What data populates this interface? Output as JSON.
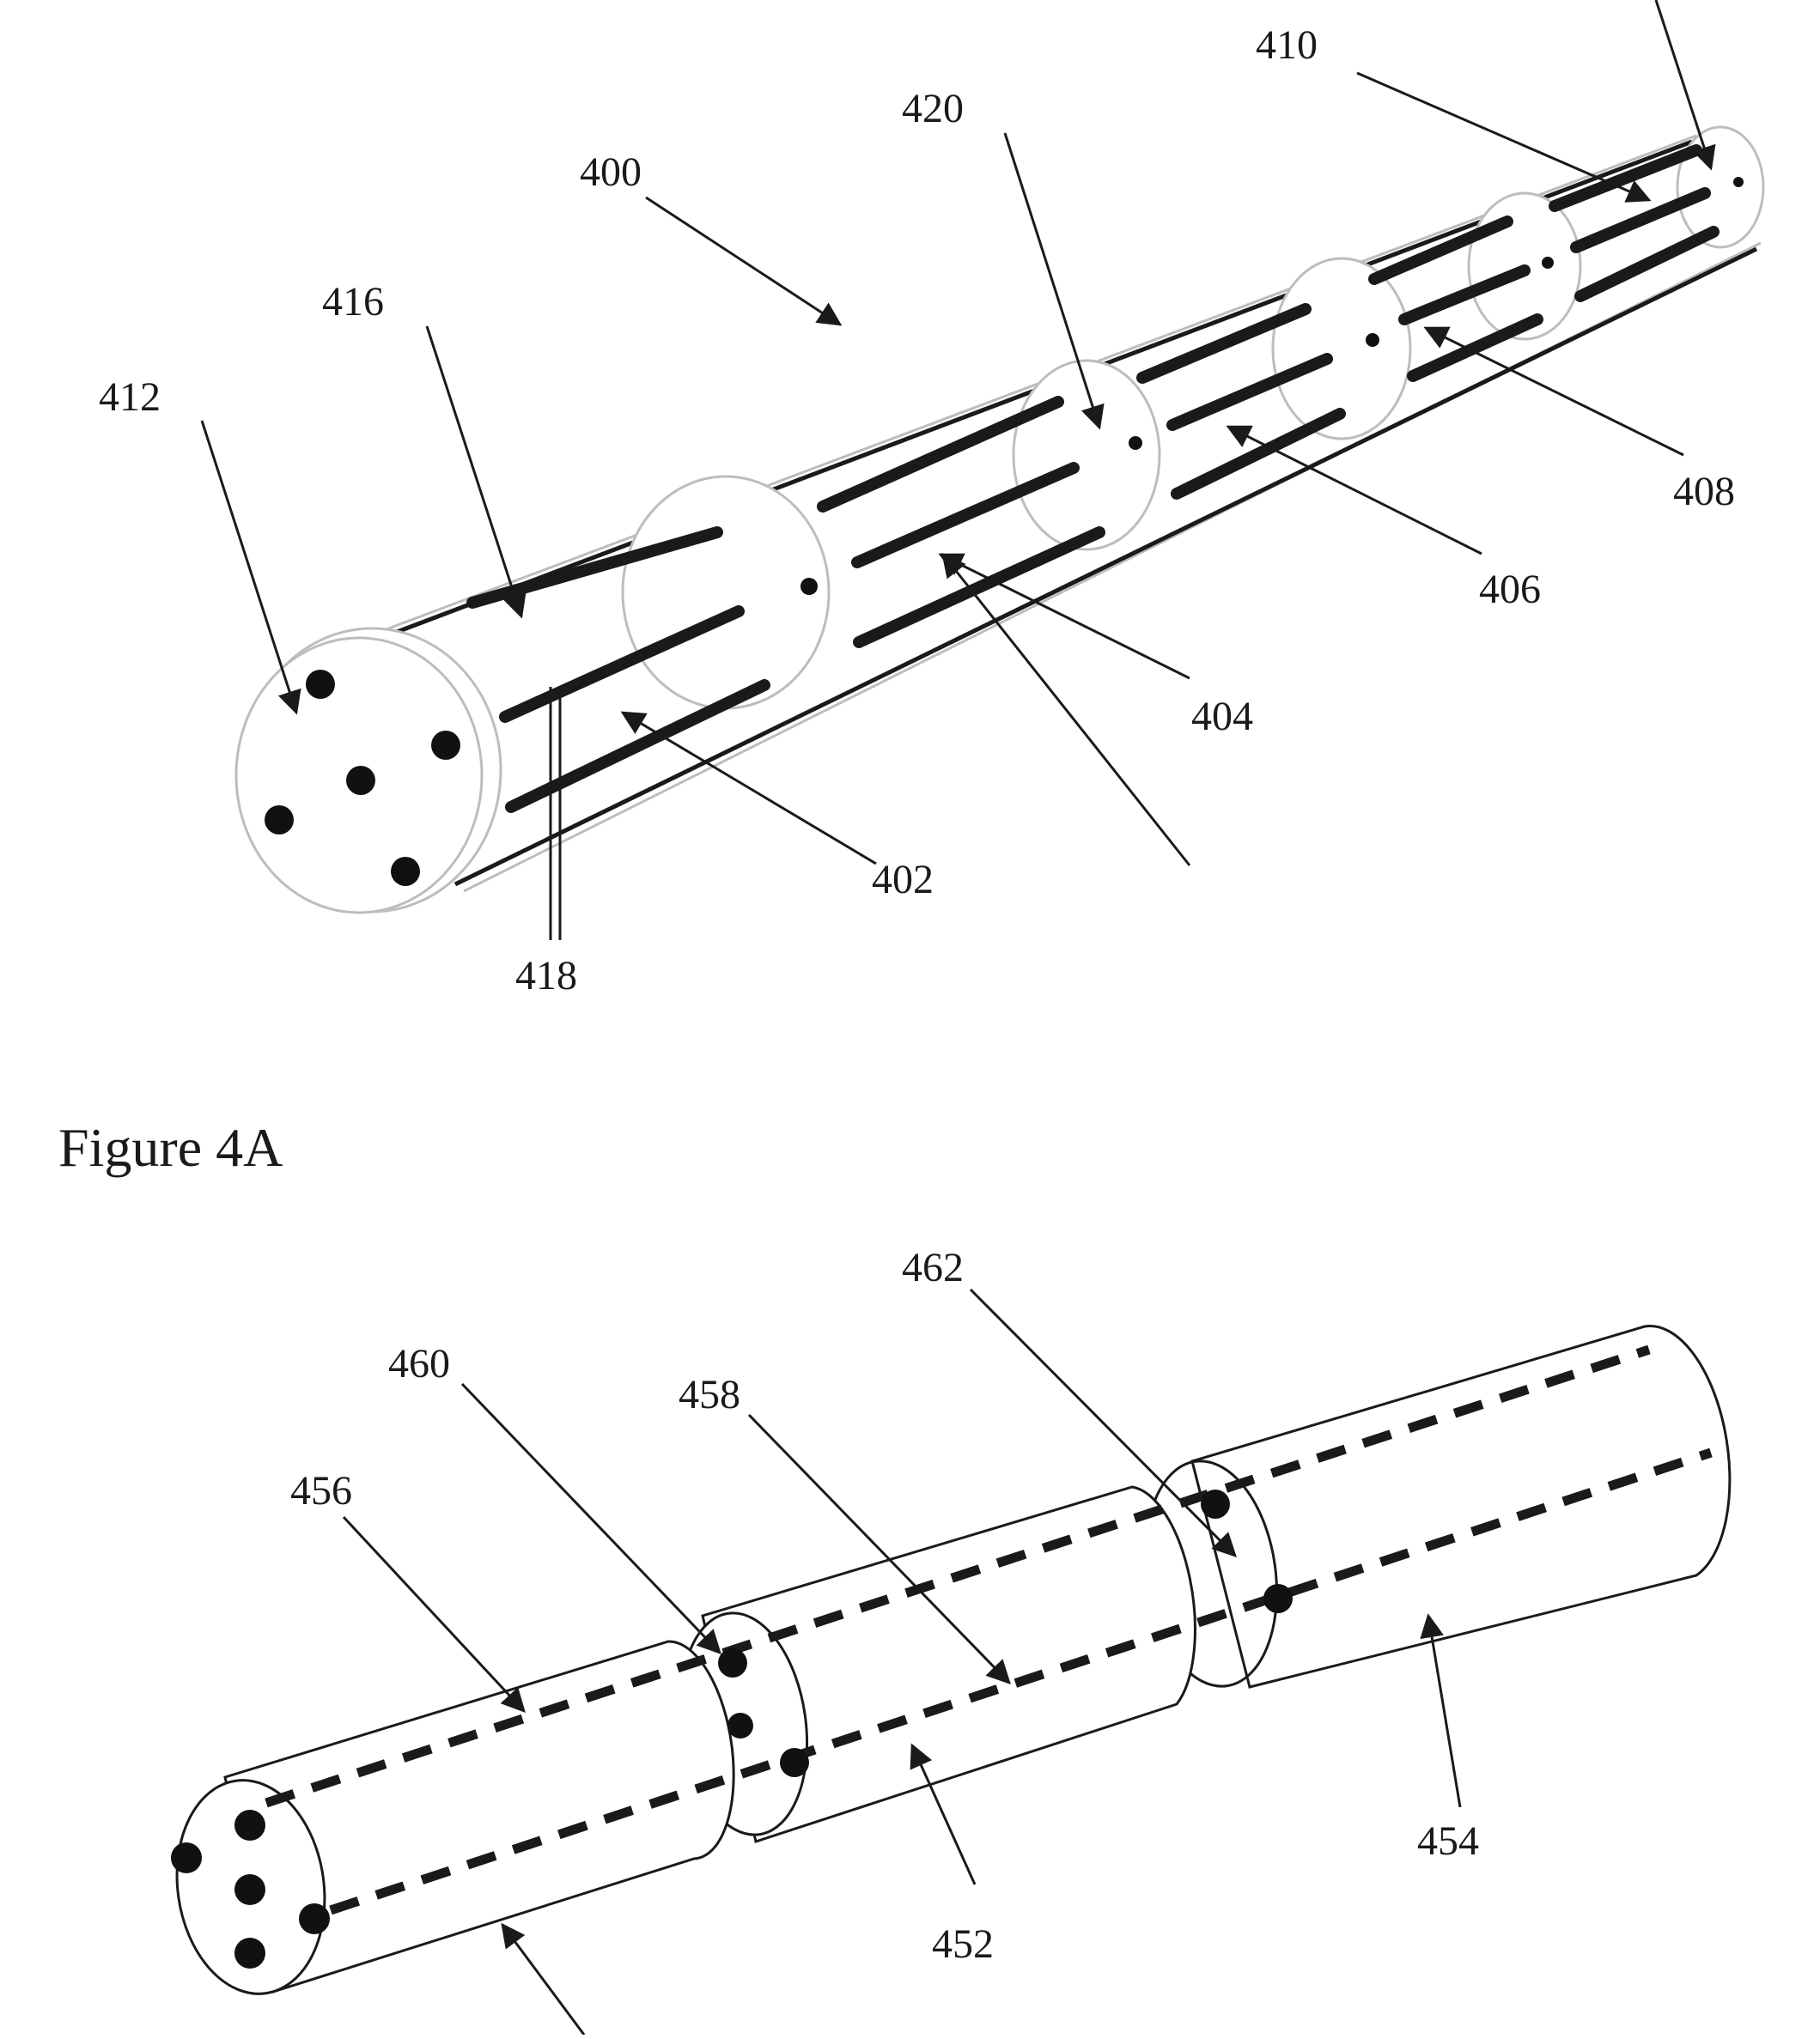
{
  "figure_4a": {
    "caption": "Figure 4A",
    "labels": {
      "l400": "400",
      "l402": "402",
      "l404": "404",
      "l406": "406",
      "l408": "408",
      "l410": "410",
      "l412": "412",
      "l416": "416",
      "l418": "418",
      "l420": "420"
    }
  },
  "figure_4b": {
    "labels": {
      "l452": "452",
      "l454": "454",
      "l456": "456",
      "l458": "458",
      "l460": "460",
      "l462": "462"
    }
  }
}
